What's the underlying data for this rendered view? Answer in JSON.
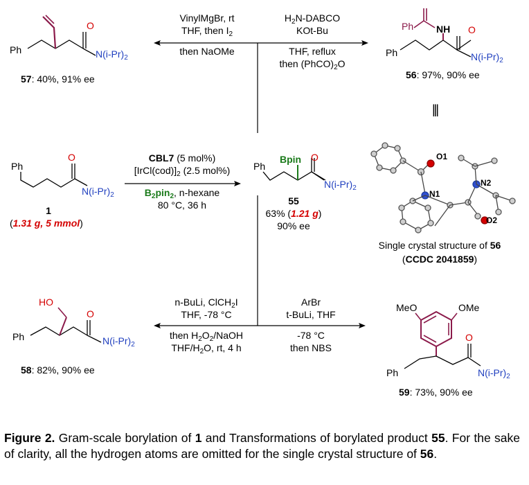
{
  "top_left": {
    "cond_1": "VinylMgBr, rt",
    "cond_2a": "THF, then I",
    "cond_2b": "2",
    "cond_3": "then NaOMe",
    "product_num": "57",
    "product_yield": ": 40%, 91% ee",
    "amide_label": "N(i-Pr)",
    "amide_sub": "2",
    "ph": "Ph"
  },
  "top_right": {
    "cond_1a": "H",
    "cond_1b": "2",
    "cond_1c": "N-DABCO",
    "cond_2": "KOt-Bu",
    "cond_3": "THF, reflux",
    "cond_4a": "then (PhCO)",
    "cond_4b": "2",
    "cond_4c": "O",
    "product_num": "56",
    "product_yield": ": 97%, 90% ee",
    "nh": "NH",
    "o": "O",
    "ph": "Ph",
    "amide_label": "N(i-Pr)",
    "amide_sub": "2"
  },
  "middle": {
    "sm_ph": "Ph",
    "sm_amide": "N(i-Pr)",
    "sm_sub": "2",
    "sm_o": "O",
    "sm_num": "1",
    "sm_scale": "1.31 g, 5 mmol",
    "cat_1a": "CBL7",
    "cat_1b": " (5 mol%)",
    "cat_2a": "[IrCl(cod)]",
    "cat_2b": "2",
    "cat_2c": " (2.5 mol%)",
    "cat_3a": "B",
    "cat_3b": "2",
    "cat_3c": "pin",
    "cat_3d": "2",
    "cat_3e": ", n-hexane",
    "cat_4": "80 °C, 36 h",
    "prod_ph": "Ph",
    "bpin": "Bpin",
    "prod_o": "O",
    "prod_amide": "N(i-Pr)",
    "prod_sub": "2",
    "prod_num": "55",
    "prod_yield_a": "63%  (",
    "prod_yield_b": "1.21 g",
    "prod_yield_c": ")",
    "prod_ee": "90% ee"
  },
  "crystal": {
    "label_o1": "O1",
    "label_n1": "N1",
    "label_n2": "N2",
    "label_o2": "O2",
    "caption_1a": "Single crystal structure of ",
    "caption_1b": "56",
    "caption_2a": "(",
    "caption_2b": "CCDC 2041859",
    "caption_2c": ")",
    "equiv": "|||"
  },
  "bottom_left": {
    "cond_1": "n-BuLi, ClCH",
    "cond_1sub": "2",
    "cond_1c": "I",
    "cond_2": "THF, -78 °C",
    "cond_3a": "then H",
    "cond_3b": "2",
    "cond_3c": "O",
    "cond_3d": "2",
    "cond_3e": "/NaOH",
    "cond_4a": "THF/H",
    "cond_4b": "2",
    "cond_4c": "O, rt, 4 h",
    "ho": "HO",
    "o": "O",
    "ph": "Ph",
    "amide": "N(i-Pr)",
    "amide_sub": "2",
    "product_num": "58",
    "product_yield": ": 82%, 90% ee"
  },
  "bottom_right": {
    "cond_1": "ArBr",
    "cond_2": "t-BuLi, THF",
    "cond_3": "-78 °C",
    "cond_4": "then NBS",
    "meo": "MeO",
    "ome": "OMe",
    "o": "O",
    "ph": "Ph",
    "amide": "N(i-Pr)",
    "amide_sub": "2",
    "product_num": "59",
    "product_yield": ": 73%, 90% ee"
  },
  "caption": {
    "fig": "Figure 2.",
    "text1": " Gram-scale borylation of ",
    "n1": "1",
    "text2": " and Transformations of borylated product ",
    "n55": "55",
    "text3": ". For the sake of clarity, all the hydrogen atoms are omitted for the single crystal structure of ",
    "n56": "56",
    "text4": "."
  },
  "colors": {
    "maroon": "#8b1a4a",
    "bond": "#000000",
    "green": "#1a7a1a",
    "red": "#d40000",
    "nitrogen": "#1f3fbf",
    "oxygen": "#d40000"
  }
}
